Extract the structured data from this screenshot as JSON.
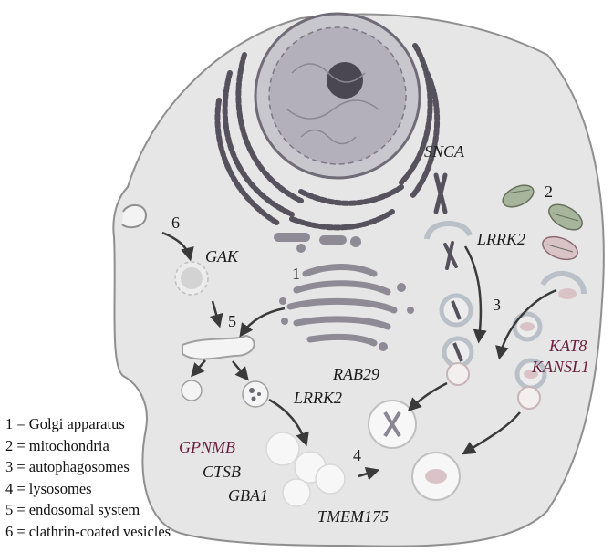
{
  "legend": [
    "1 = Golgi apparatus",
    "2 = mitochondria",
    "3 = autophagosomes",
    "4 = lysosomes",
    "5 = endosomal system",
    "6 = clathrin-coated vesicles"
  ],
  "numbers": {
    "golgi": "1",
    "mito": "2",
    "autophago": "3",
    "lyso": "4",
    "endo": "5",
    "clathrin": "6"
  },
  "genes": {
    "gak": "GAK",
    "snca": "SNCA",
    "lrrk2_top": "LRRK2",
    "rab29": "RAB29",
    "lrrk2_mid": "LRRK2",
    "kat8": "KAT8",
    "kansl1": "KANSL1",
    "gpnmb": "GPNMB",
    "ctsb": "CTSB",
    "gba1": "GBA1",
    "tmem175": "TMEM175"
  },
  "colors": {
    "cell_fill": "#e7e7e7",
    "cell_stroke": "#8f8f8f",
    "organelle_dark": "#56535f",
    "organelle_mid": "#8e8b97",
    "gene_accent": "#6b1e3c",
    "text": "#1a1a1a"
  }
}
